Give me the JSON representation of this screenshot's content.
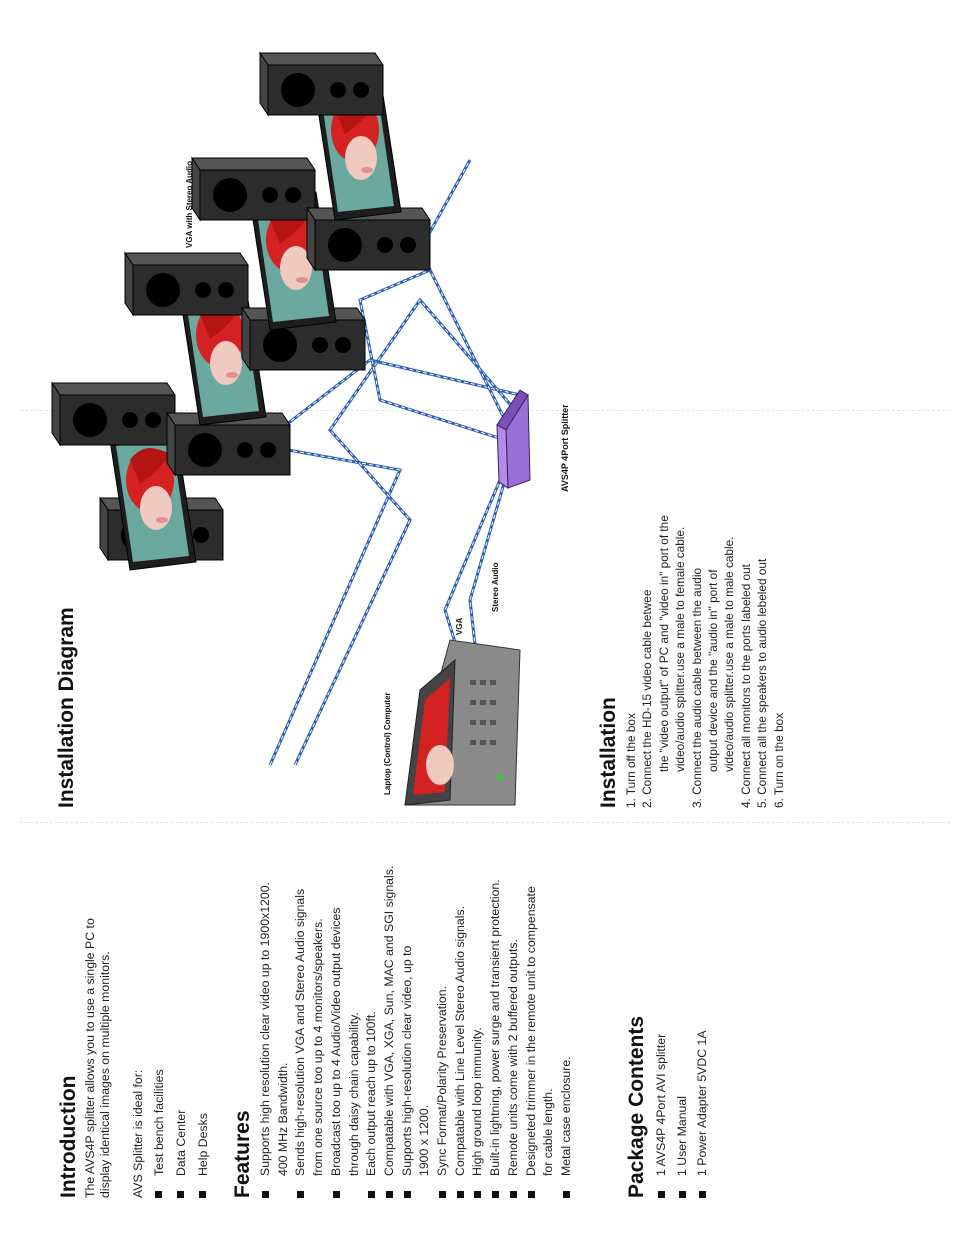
{
  "introduction": {
    "title": "Introduction",
    "lines": [
      "The AVS4P splitter allows you to use a single PC to",
      "display identical images on multiple monitors."
    ],
    "ideal_intro": "AVS Splitter is ideal for:",
    "ideal_items": [
      "Test bench facilities",
      "Data Center",
      "Help Desks"
    ]
  },
  "features": {
    "title": "Features",
    "items": [
      [
        "Supports high resolution clear video up to 1900x1200.",
        "400 MHz Bandwidth."
      ],
      [
        "Sends high-resolution VGA and Stereo Audio signals",
        "from one source too up to  4 monitors/speakers."
      ],
      [
        "Broadcast too up to 4 Audio/Video output devices",
        "through daisy chain capability."
      ],
      [
        "Each output reach up to 100ft."
      ],
      [
        "Compatable with VGA, XGA, Sun, MAC and SGI signals."
      ],
      [
        "Supports high-resolution clear video, up to",
        "1900 x 1200."
      ],
      [
        "Sync Format/Polarity Preservation."
      ],
      [
        "Compatable with Line Level Stereo Audio signals."
      ],
      [
        "High ground loop immunity."
      ],
      [
        "Built-in lightning, power surge and transient protection."
      ],
      [
        "Remote units come with 2 buffered outputs."
      ],
      [
        "Designeted trimmer in the remote unit to compensate",
        "for cable length."
      ],
      [
        "Metal case enclosure."
      ]
    ]
  },
  "package": {
    "title": "Package Contents",
    "items": [
      "1 AVS4P 4Port AVI splitter",
      "1 User Manual",
      "1 Power Adapter 5VDC 1A"
    ]
  },
  "installation_diagram": {
    "title": "Installation Diagram",
    "labels": {
      "laptop": "Laptop (Control) Computer",
      "vga": "VGA",
      "stereo_audio": "Stereo Audio",
      "splitter": "AVS4P 4Port Splitter",
      "vga_stereo": "VGA with Stereo Audio"
    }
  },
  "installation": {
    "title": "Installation",
    "steps": [
      [
        "1. Turn off the box"
      ],
      [
        "2. Connect the HD-15 video cable betwee",
        "the \"video output\" of PC and \"video in\" port of the",
        "video/audio  splitter.use a male to female cable."
      ],
      [
        "3. Connect the  audio cable between the audio",
        "output device and the \"audio in\" port of",
        "video/audio splitter.use a male to male cable."
      ],
      [
        "4. Connect all monitors to the ports labeled out"
      ],
      [
        "5. Connect all the speakers to audio lebeled out"
      ],
      [
        "6. Turn on the box"
      ]
    ]
  },
  "colors": {
    "cable_blue": "#2b5fb4",
    "splitter_purple": "#9c6fd6",
    "speaker_dark": "#2c2c2c",
    "screen_red": "#d42222"
  }
}
